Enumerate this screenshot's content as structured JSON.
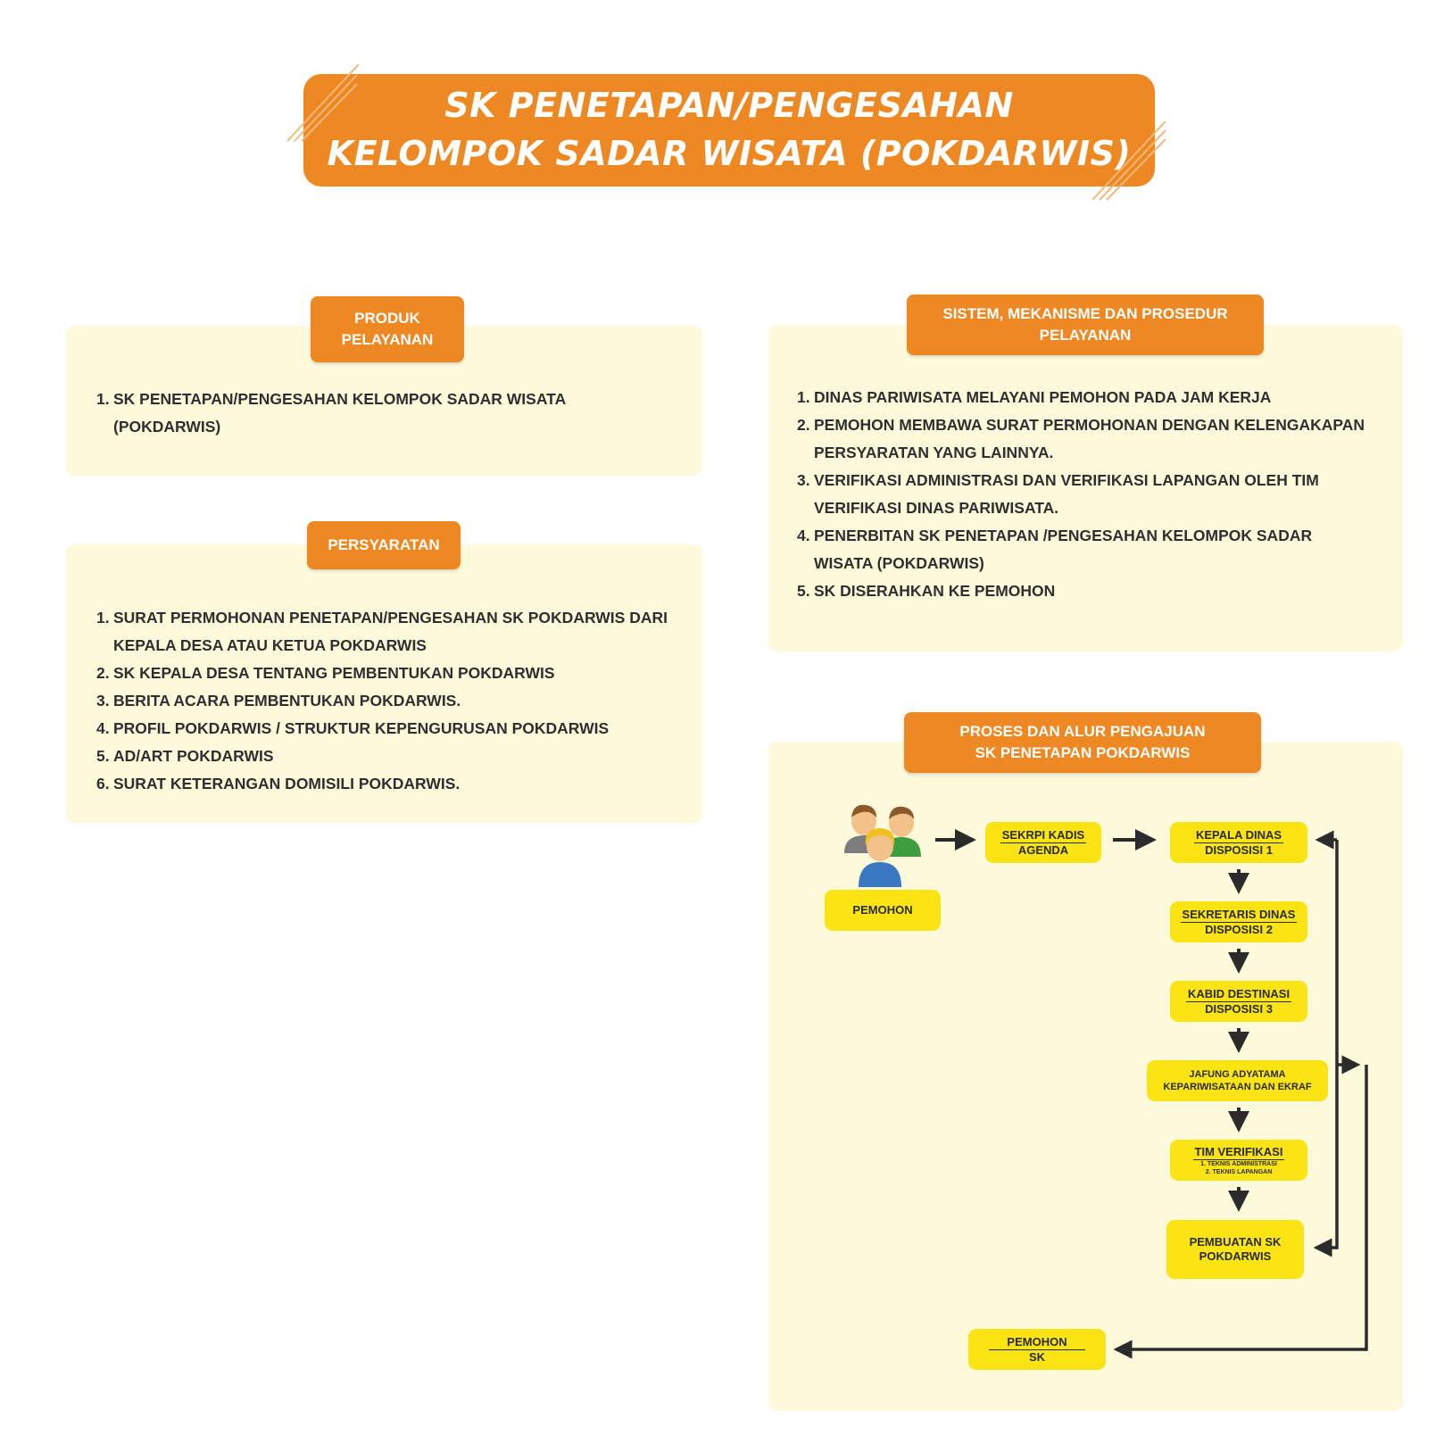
{
  "title": {
    "line1": "SK PENETAPAN/PENGESAHAN",
    "line2": "KELOMPOK SADAR WISATA (POKDARWIS)"
  },
  "produk": {
    "header": [
      "PRODUK",
      "PELAYANAN"
    ],
    "items": [
      {
        "num": "1.",
        "text": "SK PENETAPAN/PENGESAHAN KELOMPOK SADAR WISATA (POKDARWIS)"
      }
    ]
  },
  "persyaratan": {
    "header": "PERSYARATAN",
    "items": [
      {
        "num": "1.",
        "text": "SURAT PERMOHONAN PENETAPAN/PENGESAHAN SK POKDARWIS DARI KEPALA DESA ATAU KETUA POKDARWIS"
      },
      {
        "num": "2.",
        "text": "SK KEPALA DESA TENTANG PEMBENTUKAN POKDARWIS"
      },
      {
        "num": "3.",
        "text": "BERITA ACARA PEMBENTUKAN POKDARWIS."
      },
      {
        "num": "4.",
        "text": "PROFIL POKDARWIS / STRUKTUR KEPENGURUSAN POKDARWIS"
      },
      {
        "num": "5.",
        "text": "AD/ART POKDARWIS"
      },
      {
        "num": "6.",
        "text": "SURAT KETERANGAN DOMISILI POKDARWIS."
      }
    ]
  },
  "sistem": {
    "header": [
      "SISTEM, MEKANISME DAN PROSEDUR",
      "PELAYANAN"
    ],
    "items": [
      {
        "num": "1.",
        "text": "DINAS PARIWISATA MELAYANI PEMOHON PADA JAM KERJA"
      },
      {
        "num": "2.",
        "text": "PEMOHON MEMBAWA SURAT PERMOHONAN DENGAN KELENGAKAPAN PERSYARATAN YANG LAINNYA."
      },
      {
        "num": "3.",
        "text": "VERIFIKASI ADMINISTRASI DAN VERIFIKASI LAPANGAN OLEH TIM VERIFIKASI DINAS PARIWISATA."
      },
      {
        "num": "4.",
        "text": "PENERBITAN SK PENETAPAN /PENGESAHAN KELOMPOK SADAR WISATA (POKDARWIS)"
      },
      {
        "num": "5.",
        "text": "SK DISERAHKAN KE PEMOHON"
      }
    ]
  },
  "proses": {
    "header": [
      "PROSES DAN ALUR PENGAJUAN",
      "SK PENETAPAN POKDARWIS"
    ],
    "people_icon": "people-group-icon",
    "pemohon": "PEMOHON",
    "sekrpi": [
      "SEKRPI KADIS",
      "AGENDA"
    ],
    "kepala": [
      "KEPALA DINAS",
      "DISPOSISI 1"
    ],
    "sekretaris": [
      "SEKRETARIS DINAS",
      "DISPOSISI 2"
    ],
    "kabid": [
      "KABID DESTINASI",
      "DISPOSISI 3"
    ],
    "jafung": [
      "JAFUNG ADYATAMA",
      "KEPARIWISATAAN DAN EKRAF"
    ],
    "tim": [
      "TIM VERIFIKASI",
      "1. TEKNIS ADMINISTRASI",
      "2. TEKNIS LAPANGAN"
    ],
    "pembuatan": [
      "PEMBUATAN SK",
      "POKDARWIS"
    ],
    "pemohon_sk": [
      "PEMOHON",
      "SK"
    ]
  },
  "colors": {
    "orange": "#ee8822",
    "panel": "#fdfadc",
    "box": "#fbe414",
    "arrow": "#2b2b2b"
  }
}
